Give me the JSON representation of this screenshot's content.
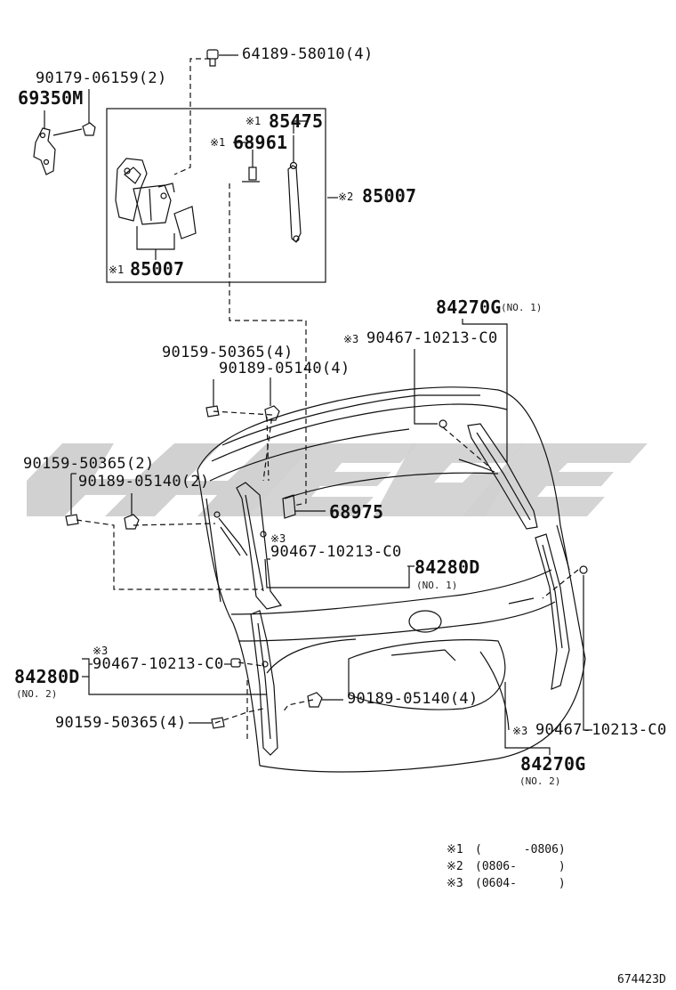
{
  "colors": {
    "line": "#111111",
    "watermark": "#c9c9c9",
    "background": "#ffffff"
  },
  "labels": {
    "p64189": "64189-58010(4)",
    "p90179": "90179-06159(2)",
    "p69350m": "69350M",
    "mark1_a": "※1",
    "p85475": "85475",
    "mark1_b": "※1",
    "p68961": "68961",
    "mark2": "※2",
    "p85007_right": "85007",
    "mark1_c": "※1",
    "p85007_bottom": "85007",
    "p84270g_no1": "84270G",
    "no1_a": "(NO. 1)",
    "mark3_a": "※3",
    "p90467_top": "90467-10213-C0",
    "p90159_4_top": "90159-50365(4)",
    "p90189_4_top": "90189-05140(4)",
    "p90159_2": "90159-50365(2)",
    "p90189_2": "90189-05140(2)",
    "p68975": "68975",
    "mark3_b": "※3",
    "p90467_mid": "90467-10213-C0",
    "p84280d_no1": "84280D",
    "no1_b": "(NO. 1)",
    "mark3_c": "※3",
    "p90467_left": "90467-10213-C0",
    "p84280d_no2": "84280D",
    "no2_a": "(NO. 2)",
    "p90189_4_bottom": "90189-05140(4)",
    "p90159_4_bottom": "90159-50365(4)",
    "mark3_d": "※3",
    "p90467_right": "90467-10213-C0",
    "p84270g_no2": "84270G",
    "no2_b": "(NO. 2)"
  },
  "legend": [
    {
      "mark": "※1",
      "range": "(      -0806)"
    },
    {
      "mark": "※2",
      "range": "(0806-      )"
    },
    {
      "mark": "※3",
      "range": "(0604-      )"
    }
  ],
  "watermark": {
    "text": "WEGE"
  },
  "ref_code": "674423D"
}
